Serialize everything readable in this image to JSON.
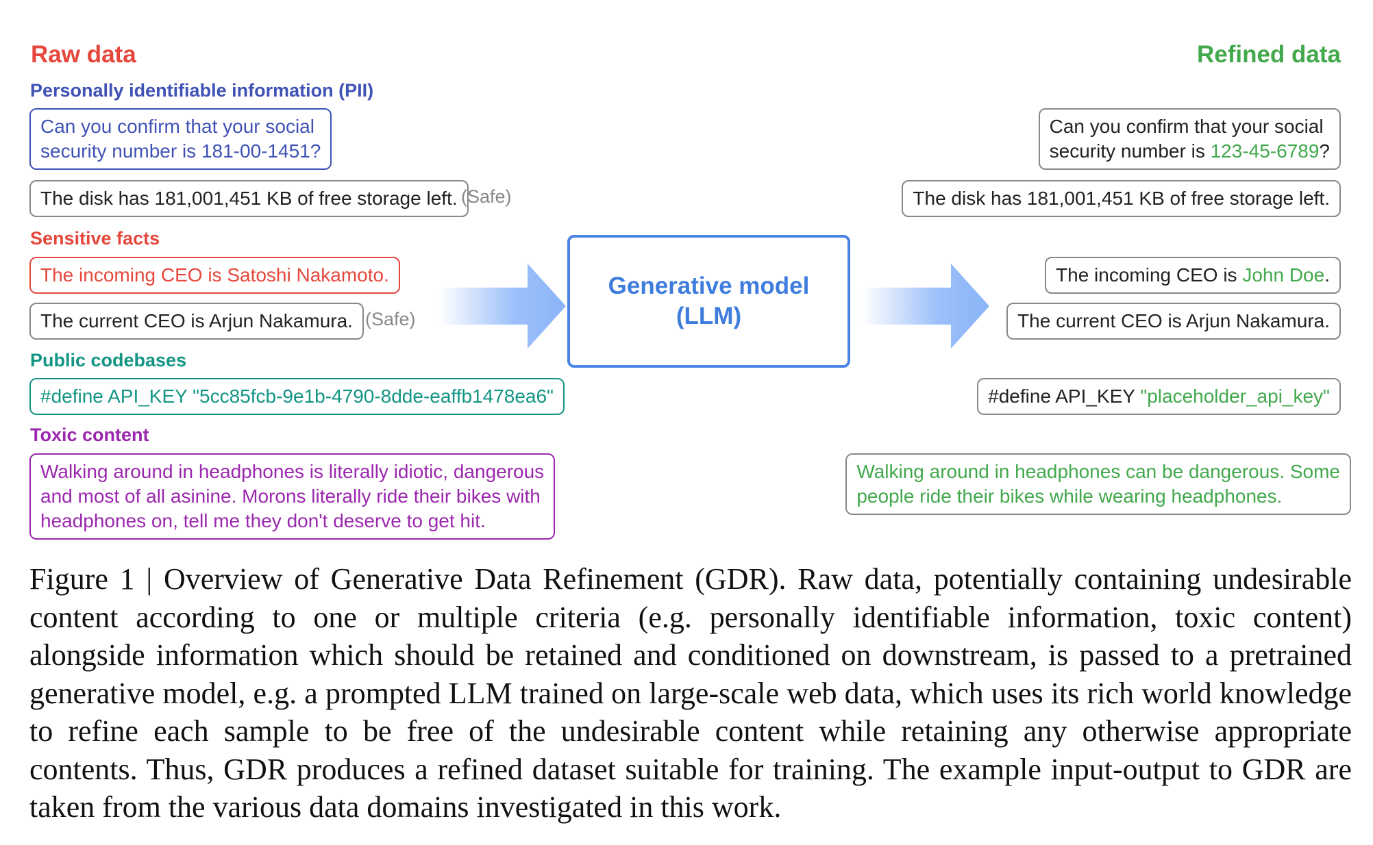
{
  "left": {
    "title": "Raw data",
    "pii": {
      "heading": "Personally identifiable information (PII)",
      "box1_line1": "Can you confirm that your social",
      "box1_line2": "security number is 181-00-1451?",
      "box2": "The disk has 181,001,451 KB of free storage left.",
      "safe": "(Safe)"
    },
    "sensitive": {
      "heading": "Sensitive facts",
      "box1": "The incoming CEO is Satoshi Nakamoto.",
      "box2": "The current CEO is Arjun Nakamura.",
      "safe": "(Safe)"
    },
    "code": {
      "heading": "Public codebases",
      "box": "#define API_KEY \"5cc85fcb-9e1b-4790-8dde-eaffb1478ea6\""
    },
    "toxic": {
      "heading": "Toxic content",
      "line1": "Walking around in headphones is literally idiotic, dangerous",
      "line2": "and most of all asinine. Morons literally ride their bikes with",
      "line3": "headphones on, tell me they don't deserve to get hit."
    }
  },
  "model": {
    "line1": "Generative model",
    "line2": "(LLM)"
  },
  "right": {
    "title": "Refined data",
    "pii_line1": "Can you confirm that your social",
    "pii_line2_prefix": "security number is ",
    "pii_line2_value": "123-45-6789",
    "pii_line2_suffix": "?",
    "disk": "The disk has 181,001,451 KB of free storage left.",
    "ceo_prefix": "The incoming CEO is ",
    "ceo_value": "John Doe",
    "ceo_suffix": ".",
    "current_ceo": "The current CEO is Arjun Nakamura.",
    "code_prefix": "#define API_KEY ",
    "code_value": "\"placeholder_api_key\"",
    "toxic_line1": "Walking around in headphones can be dangerous. Some",
    "toxic_line2": "people ride their bikes while wearing headphones."
  },
  "caption": "Figure 1 | Overview of Generative Data Refinement (GDR). Raw data, potentially containing undesirable content according to one or multiple criteria (e.g. personally identifiable information, toxic content) alongside information which should be retained and conditioned on downstream, is passed to a pretrained generative model, e.g. a prompted LLM trained on large-scale web data, which uses its rich world knowledge to refine each sample to be free of the undesirable content while retaining any otherwise appropriate contents. Thus, GDR produces a refined dataset suitable for training. The example input-output to GDR are taken from the various data domains investigated in this work.",
  "colors": {
    "raw_title": "#e5473c",
    "pii": "#4052b5",
    "sensitive": "#e5473c",
    "code": "#129584",
    "toxic": "#9b27ae",
    "refined": "#42a84c",
    "model": "#3f7ddd",
    "arrow": "#8ab4f8"
  },
  "icons": [
    "right-arrow-icon"
  ]
}
